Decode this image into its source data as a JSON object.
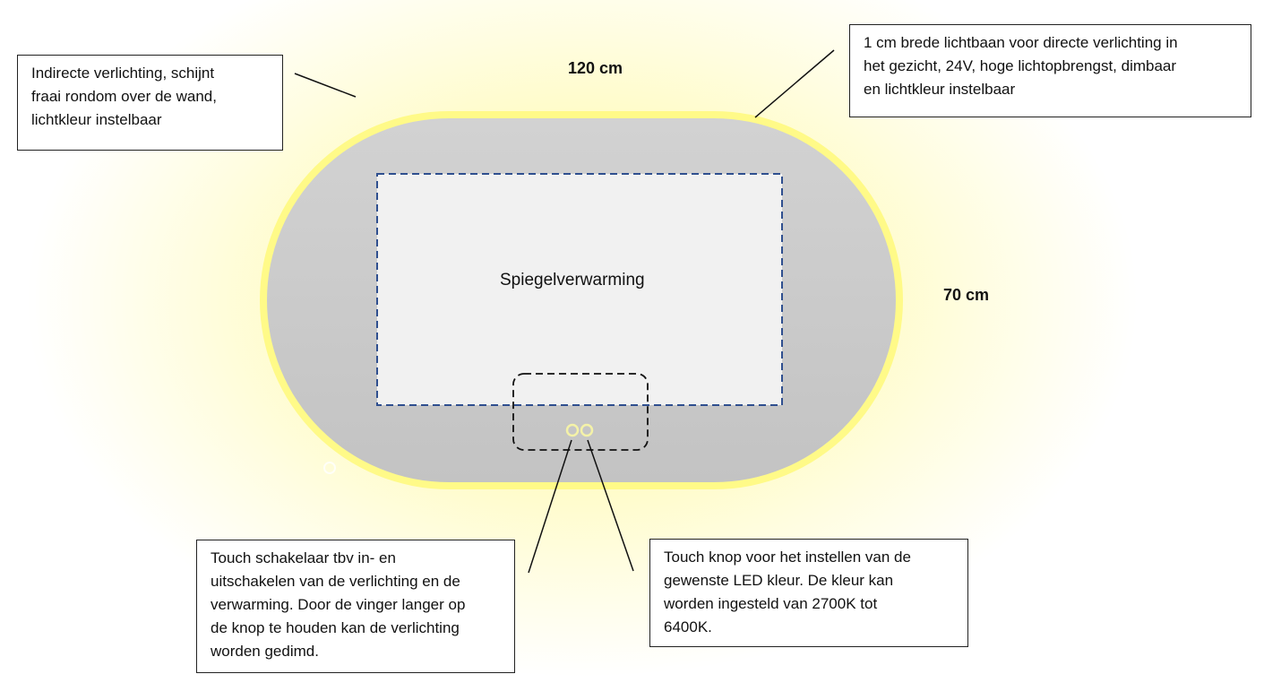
{
  "diagram": {
    "title_dimensions": {
      "width_label": "120 cm",
      "height_label": "70 cm"
    },
    "mirror": {
      "shape": "stadium",
      "frame_color": "#fffa8a",
      "surface_color": "#c9c9c9",
      "glow_color": "#fffcc4"
    },
    "heating_zone": {
      "label": "Spiegelverwarming",
      "border_color": "#2f4f8f",
      "fill_color": "#f1f1f1"
    },
    "touch_panel": {
      "border_color": "#111111",
      "buttons": [
        {
          "name": "power-dim-touch-switch",
          "color": "#f7f5a8"
        },
        {
          "name": "color-temperature-touch-button",
          "color": "#f7f5a8"
        }
      ]
    },
    "callouts": [
      {
        "id": "indirect-lighting",
        "lines": [
          "Indirecte verlichting, schijnt",
          "fraai rondom over de wand,",
          "lichtkleur instelbaar"
        ]
      },
      {
        "id": "direct-lightstrip",
        "lines": [
          "1 cm brede lichtbaan voor directe verlichting in",
          "het gezicht, 24V, hoge lichtopbrengst, dimbaar",
          "en lichtkleur instelbaar"
        ]
      },
      {
        "id": "touch-switch",
        "lines": [
          "Touch schakelaar tbv in- en",
          "uitschakelen van de verlichting en de",
          "verwarming. Door de vinger langer op",
          "de knop te houden kan de verlichting",
          "worden gedimd."
        ]
      },
      {
        "id": "color-touch-button",
        "lines": [
          "Touch knop voor het instellen van de",
          "gewenste LED kleur. De kleur kan",
          "worden ingesteld van 2700K tot",
          "6400K."
        ]
      }
    ]
  }
}
